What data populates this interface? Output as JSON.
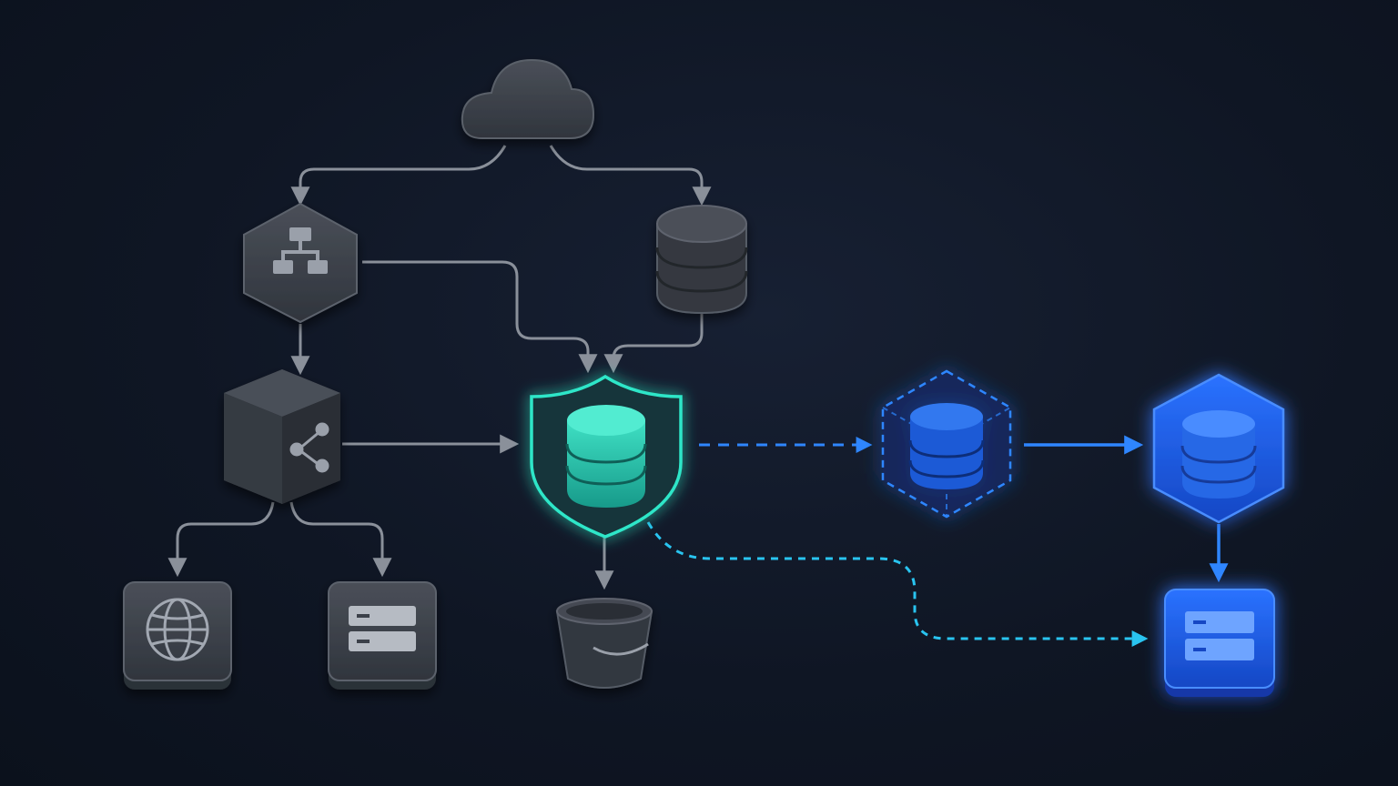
{
  "colors": {
    "background": "#0f1624",
    "node_gray": "#3a3f48",
    "node_gray_edge": "#555b66",
    "connector_gray": "#8a909a",
    "accent_teal": "#2ee6c8",
    "accent_blue": "#1e6bff",
    "accent_cyan": "#29c4f0"
  },
  "nodes": [
    {
      "id": "cloud",
      "icon": "cloud-icon"
    },
    {
      "id": "load-balancer",
      "icon": "sitemap-icon"
    },
    {
      "id": "database-primary",
      "icon": "database-icon"
    },
    {
      "id": "network-cube",
      "icon": "share-icon"
    },
    {
      "id": "secure-database",
      "icon": "shield-database-icon"
    },
    {
      "id": "replica-database",
      "icon": "database-icon"
    },
    {
      "id": "replica-database-active",
      "icon": "database-icon"
    },
    {
      "id": "web",
      "icon": "globe-icon"
    },
    {
      "id": "server",
      "icon": "server-icon"
    },
    {
      "id": "storage-bucket",
      "icon": "bucket-icon"
    },
    {
      "id": "backup-server",
      "icon": "server-icon"
    }
  ],
  "connections": [
    {
      "from": "cloud",
      "to": "load-balancer",
      "style": "solid"
    },
    {
      "from": "cloud",
      "to": "database-primary",
      "style": "solid"
    },
    {
      "from": "load-balancer",
      "to": "secure-database",
      "style": "solid"
    },
    {
      "from": "database-primary",
      "to": "secure-database",
      "style": "solid"
    },
    {
      "from": "load-balancer",
      "to": "network-cube",
      "style": "solid"
    },
    {
      "from": "network-cube",
      "to": "secure-database",
      "style": "solid"
    },
    {
      "from": "network-cube",
      "to": "web",
      "style": "solid"
    },
    {
      "from": "network-cube",
      "to": "server",
      "style": "solid"
    },
    {
      "from": "secure-database",
      "to": "storage-bucket",
      "style": "solid"
    },
    {
      "from": "secure-database",
      "to": "replica-database",
      "style": "dashed"
    },
    {
      "from": "replica-database",
      "to": "replica-database-active",
      "style": "solid"
    },
    {
      "from": "replica-database-active",
      "to": "backup-server",
      "style": "solid"
    },
    {
      "from": "secure-database",
      "to": "backup-server",
      "style": "dashed"
    }
  ]
}
